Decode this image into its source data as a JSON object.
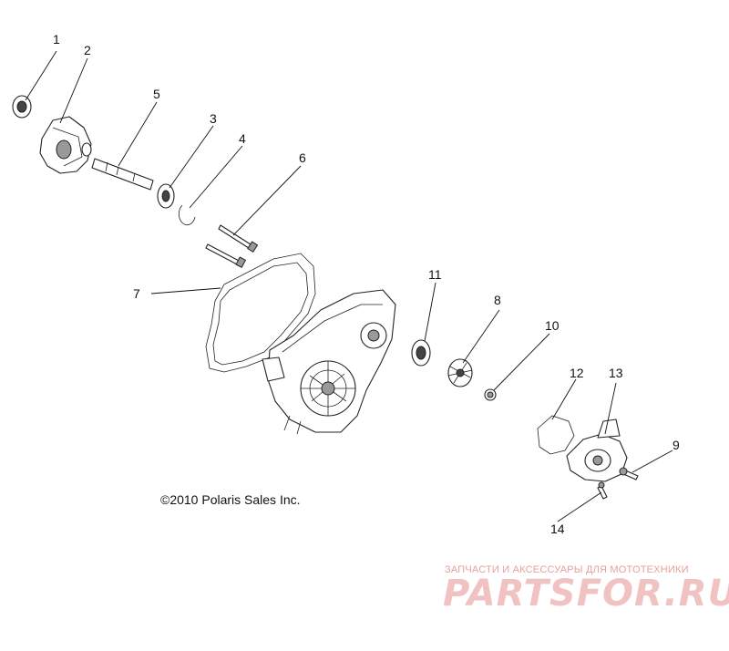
{
  "callouts": [
    {
      "id": "1",
      "label": "1"
    },
    {
      "id": "2",
      "label": "2"
    },
    {
      "id": "3",
      "label": "3"
    },
    {
      "id": "4",
      "label": "4"
    },
    {
      "id": "5",
      "label": "5"
    },
    {
      "id": "6",
      "label": "6"
    },
    {
      "id": "7",
      "label": "7"
    },
    {
      "id": "8",
      "label": "8"
    },
    {
      "id": "9",
      "label": "9"
    },
    {
      "id": "10",
      "label": "10"
    },
    {
      "id": "11",
      "label": "11"
    },
    {
      "id": "12",
      "label": "12"
    },
    {
      "id": "13",
      "label": "13"
    },
    {
      "id": "14",
      "label": "14"
    }
  ],
  "copyright": "©2010 Polaris Sales Inc.",
  "watermark": {
    "tagline": "ЗАПЧАСТИ И АКСЕССУАРЫ ДЛЯ МОТОТЕХНИКИ",
    "logo": "PARTSFOR.RU"
  },
  "colors": {
    "line": "#222222",
    "watermark": "#f1c2c2"
  }
}
